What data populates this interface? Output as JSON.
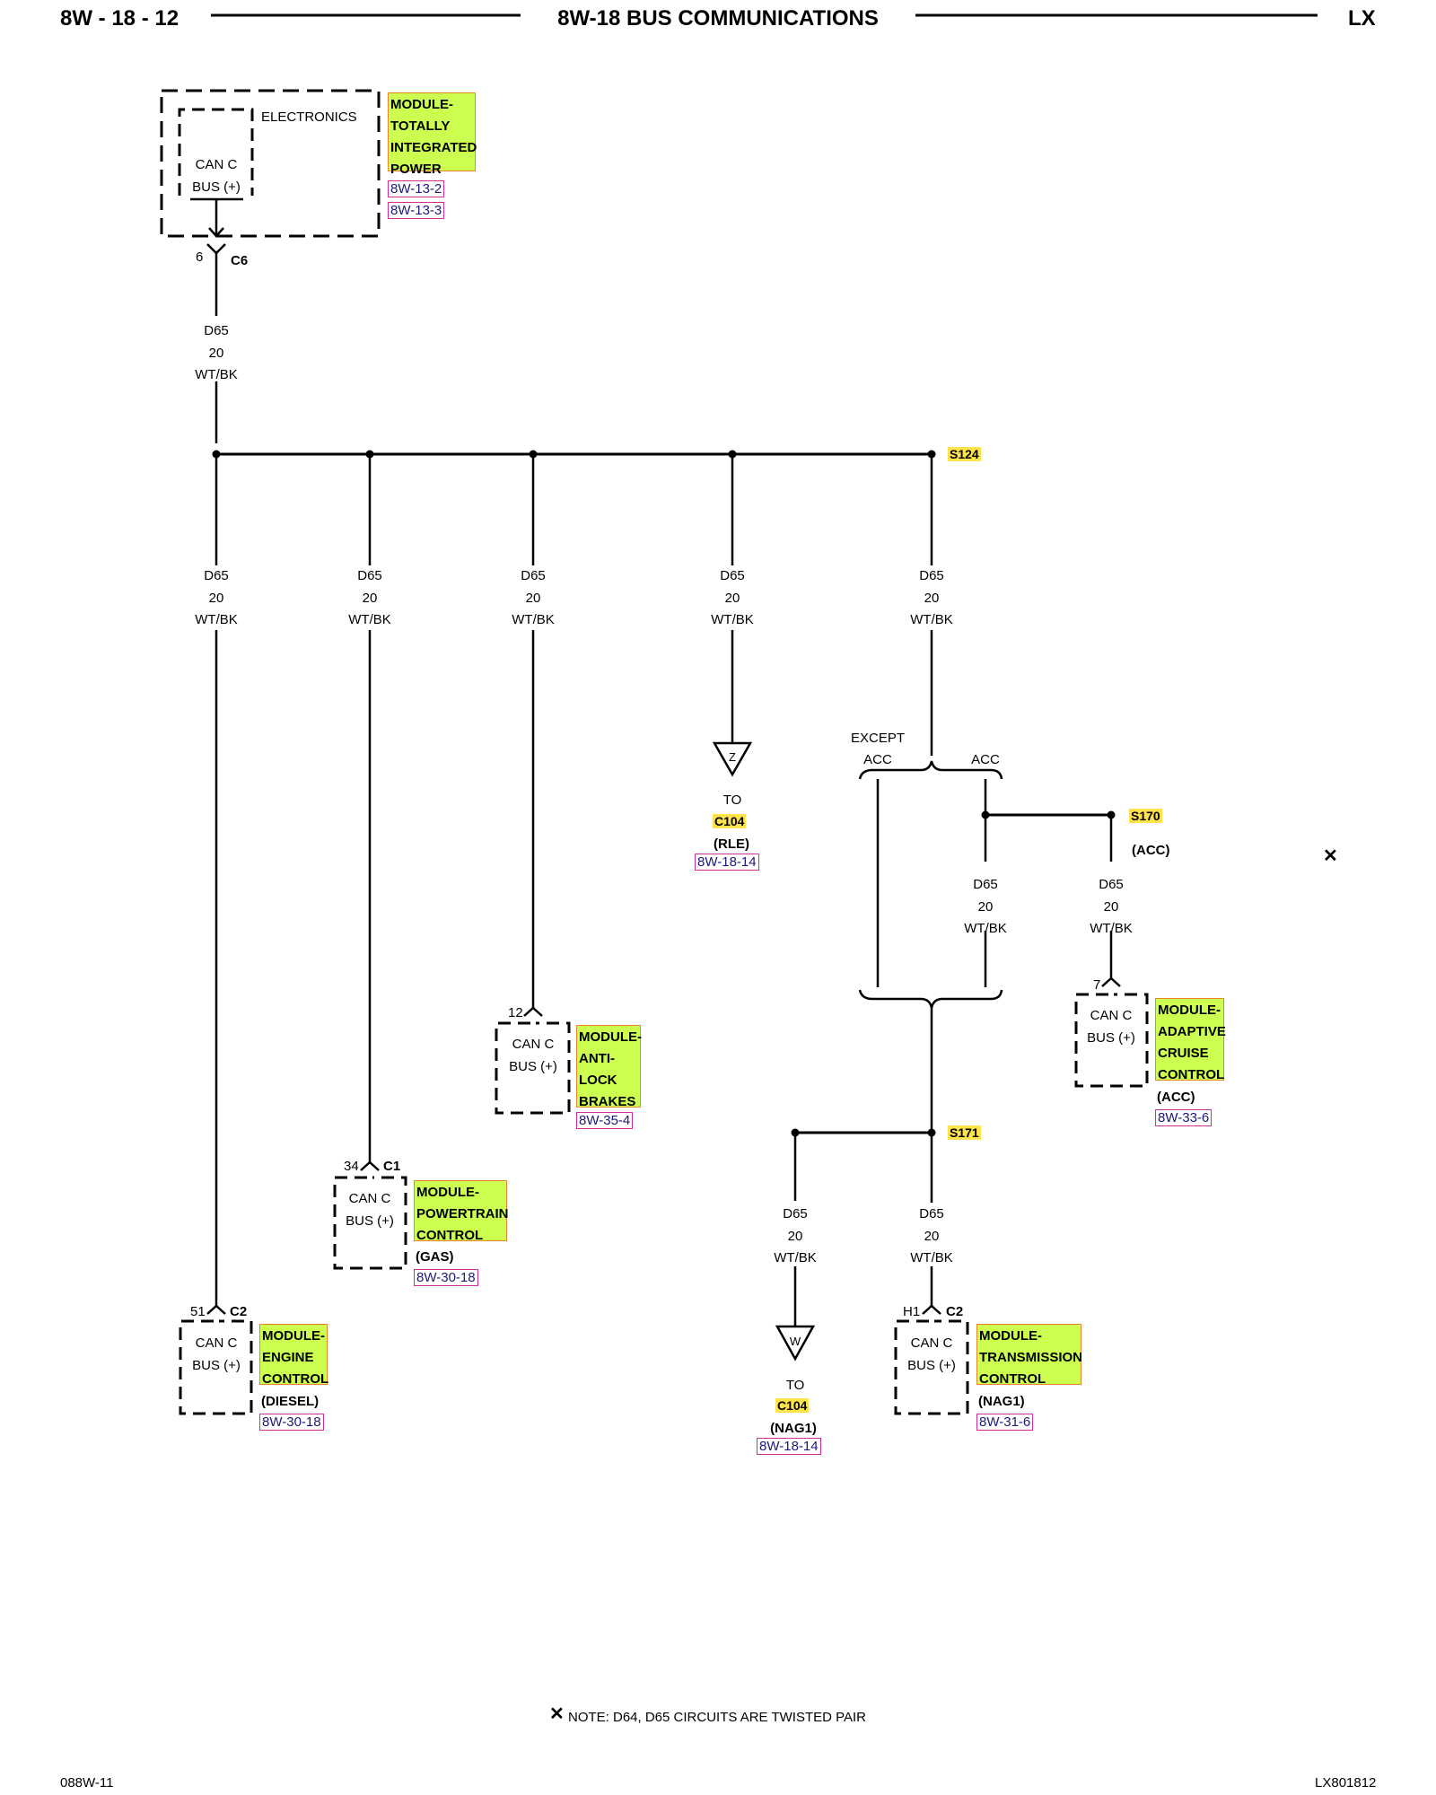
{
  "header": {
    "page_left": "8W - 18 - 12",
    "title": "8W-18 BUS COMMUNICATIONS",
    "page_right": "LX"
  },
  "footer": {
    "left_code": "088W-11",
    "right_code": "LX801812"
  },
  "note": {
    "symbol": "✕",
    "text": "NOTE: D64, D65    CIRCUITS ARE TWISTED PAIR"
  },
  "side_symbol": "✕",
  "wire": {
    "circuit": "D65",
    "gauge": "20",
    "color": "WT/BK"
  },
  "tipm": {
    "inner_label": "ELECTRONICS",
    "can_line1": "CAN C",
    "can_line2": "BUS (+)",
    "name_lines": [
      "MODULE-",
      "TOTALLY",
      "INTEGRATED",
      "POWER"
    ],
    "refs": [
      "8W-13-2",
      "8W-13-3"
    ],
    "pin": "6",
    "connector": "C6"
  },
  "splices": {
    "s124": "S124",
    "s170": "S170",
    "s171": "S171",
    "s170_note": "(ACC)"
  },
  "branch": {
    "except": "EXCEPT",
    "acc_left": "ACC",
    "acc_right": "ACC"
  },
  "ecm": {
    "can_line1": "CAN C",
    "can_line2": "BUS (+)",
    "name_lines": [
      "MODULE-",
      "ENGINE",
      "CONTROL"
    ],
    "variant": "(DIESEL)",
    "ref": "8W-30-18",
    "pin": "51",
    "connector": "C2"
  },
  "pcm": {
    "can_line1": "CAN C",
    "can_line2": "BUS (+)",
    "name_lines": [
      "MODULE-",
      "POWERTRAIN",
      "CONTROL"
    ],
    "variant": "(GAS)",
    "ref": "8W-30-18",
    "pin": "34",
    "connector": "C1"
  },
  "abs": {
    "can_line1": "CAN C",
    "can_line2": "BUS (+)",
    "name_lines": [
      "MODULE-",
      "ANTI-",
      "LOCK",
      "BRAKES"
    ],
    "ref": "8W-35-4",
    "pin": "12"
  },
  "acc": {
    "can_line1": "CAN C",
    "can_line2": "BUS (+)",
    "name_lines": [
      "MODULE-",
      "ADAPTIVE",
      "CRUISE",
      "CONTROL"
    ],
    "variant": "(ACC)",
    "ref": "8W-33-6",
    "pin": "7"
  },
  "tcm": {
    "can_line1": "CAN C",
    "can_line2": "BUS (+)",
    "name_lines": [
      "MODULE-",
      "TRANSMISSION",
      "CONTROL"
    ],
    "variant": "(NAG1)",
    "ref": "8W-31-6",
    "pin": "H1",
    "connector": "C2"
  },
  "conn_z": {
    "letter": "Z",
    "to": "TO",
    "connector": "C104",
    "variant": "(RLE)",
    "ref": "8W-18-14"
  },
  "conn_w": {
    "letter": "W",
    "to": "TO",
    "connector": "C104",
    "variant": "(NAG1)",
    "ref": "8W-18-14"
  }
}
